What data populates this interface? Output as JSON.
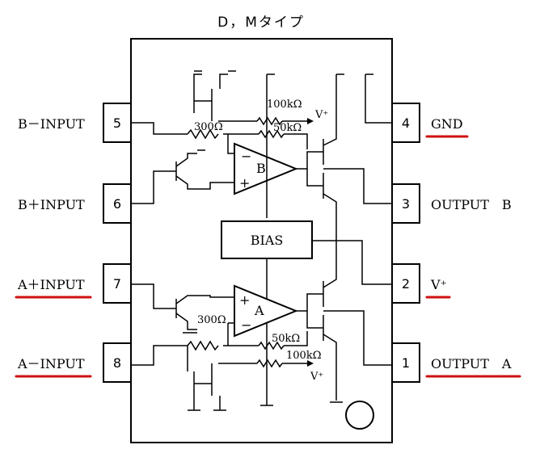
{
  "title": "D，Mタイプ",
  "pins": {
    "p1": {
      "num": "1",
      "label": "OUTPUT　A"
    },
    "p2": {
      "num": "2",
      "label": "V⁺"
    },
    "p3": {
      "num": "3",
      "label": "OUTPUT　B"
    },
    "p4": {
      "num": "4",
      "label": "GND"
    },
    "p5": {
      "num": "5",
      "label": "B－INPUT"
    },
    "p6": {
      "num": "6",
      "label": "B＋INPUT"
    },
    "p7": {
      "num": "7",
      "label": "A＋INPUT"
    },
    "p8": {
      "num": "8",
      "label": "A－INPUT"
    }
  },
  "opamps": {
    "b": {
      "name": "B",
      "minus": "−",
      "plus": "+"
    },
    "a": {
      "name": "A",
      "plus": "+",
      "minus": "−"
    }
  },
  "bias": "BIAS",
  "resistors": {
    "r300_b": "300Ω",
    "r50k_b": "50kΩ",
    "r100k_b": "100kΩ",
    "r300_a": "300Ω",
    "r50k_a": "50kΩ",
    "r100k_a": "100kΩ"
  },
  "vplus": {
    "top": "V⁺",
    "bottom": "V⁺"
  },
  "highlight_color": "#d01010"
}
